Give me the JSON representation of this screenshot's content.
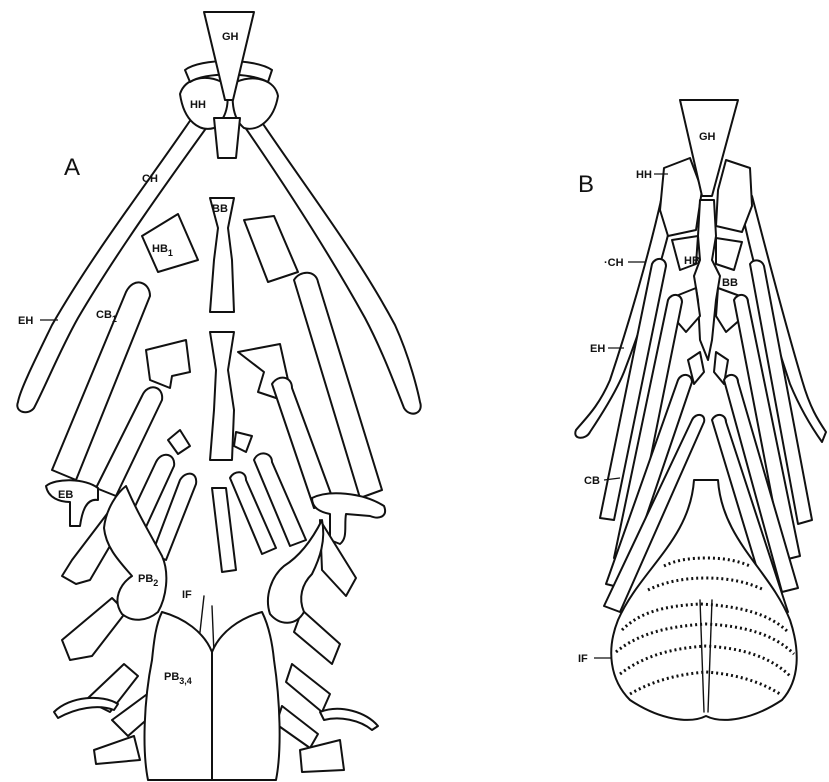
{
  "panels": {
    "a": {
      "letter": "A",
      "labels": {
        "gh": "GH",
        "hh": "HH",
        "ch": "CH",
        "bb": "BB",
        "hb": "HB",
        "hb_sub": "1",
        "eh": "EH",
        "cb": "CB",
        "cb_sub": "1",
        "eb": "EB",
        "pb2": "PB",
        "pb2_sub": "2",
        "if": "IF",
        "pb34": "PB",
        "pb34_sub": "3,4"
      }
    },
    "b": {
      "letter": "B",
      "labels": {
        "gh": "GH",
        "hh": "HH",
        "ch": "·CH",
        "hb": "HB",
        "bb": "BB",
        "eh": "EH",
        "cb": "CB",
        "if": "IF"
      }
    }
  },
  "colors": {
    "ink": "#111111",
    "paper": "#ffffff"
  }
}
